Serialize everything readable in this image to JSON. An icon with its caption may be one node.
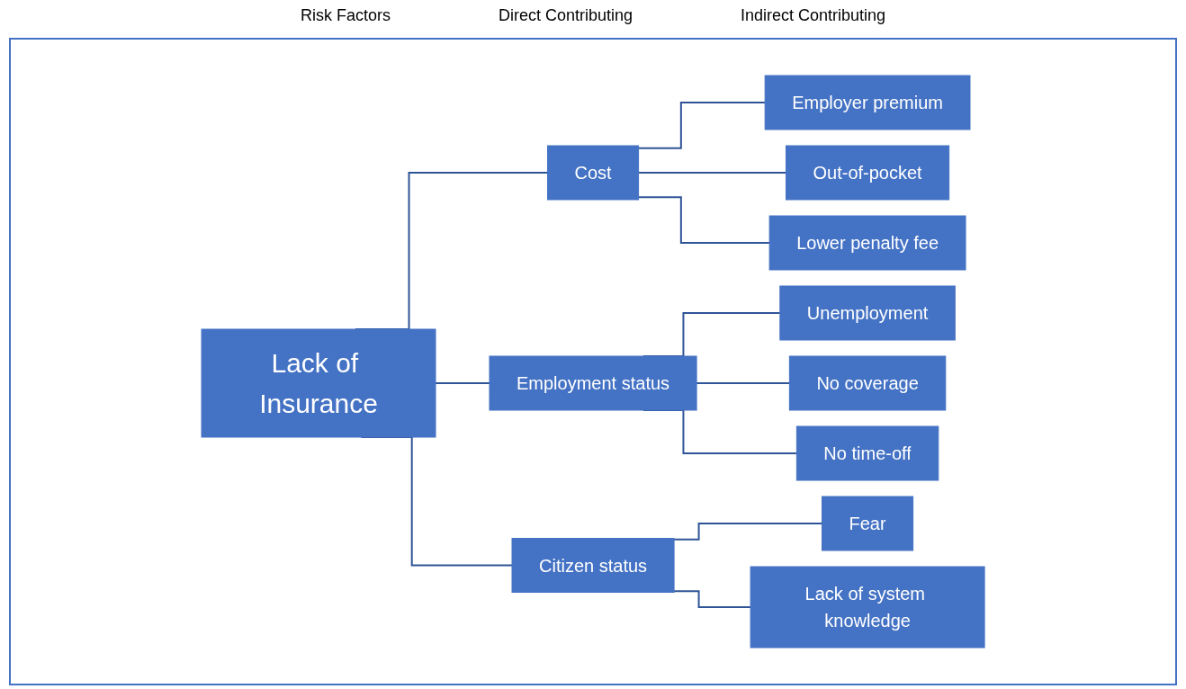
{
  "diagram": {
    "nodes": [
      {
        "text": [
          "Lack of Insurance"
        ]
      },
      {
        "text": [
          "Cost"
        ]
      },
      {
        "text": [
          "Employment status"
        ]
      },
      {
        "text": [
          "Citizen status"
        ]
      },
      {
        "text": [
          "Employer premium"
        ]
      },
      {
        "text": [
          "Out-of-pocket"
        ]
      },
      {
        "text": [
          "Lower penalty fee"
        ]
      },
      {
        "text": [
          "Unemployment"
        ]
      },
      {
        "text": [
          "No coverage"
        ]
      },
      {
        "text": [
          "No time-off"
        ]
      },
      {
        "text": [
          "Fear"
        ]
      },
      {
        "text": [
          "Lack of system knowledge"
        ]
      }
    ],
    "edges": [
      {
        "from": 0,
        "to": 1,
        "arrow": "none"
      },
      {
        "from": 0,
        "to": 2,
        "arrow": "none"
      },
      {
        "from": 0,
        "to": 3,
        "arrow": "none"
      },
      {
        "from": 1,
        "to": 4,
        "arrow": "none"
      },
      {
        "from": 1,
        "to": 5,
        "arrow": "none"
      },
      {
        "from": 1,
        "to": 6,
        "arrow": "none"
      },
      {
        "from": 2,
        "to": 7,
        "arrow": "none"
      },
      {
        "from": 2,
        "to": 8,
        "arrow": "none"
      },
      {
        "from": 2,
        "to": 9,
        "arrow": "none"
      },
      {
        "from": 3,
        "to": 10,
        "arrow": "none"
      },
      {
        "from": 3,
        "to": 11,
        "arrow": "none"
      }
    ],
    "labels": [
      "Risk Factors",
      "Direct Contributing",
      "Indirect Contributing"
    ]
  }
}
